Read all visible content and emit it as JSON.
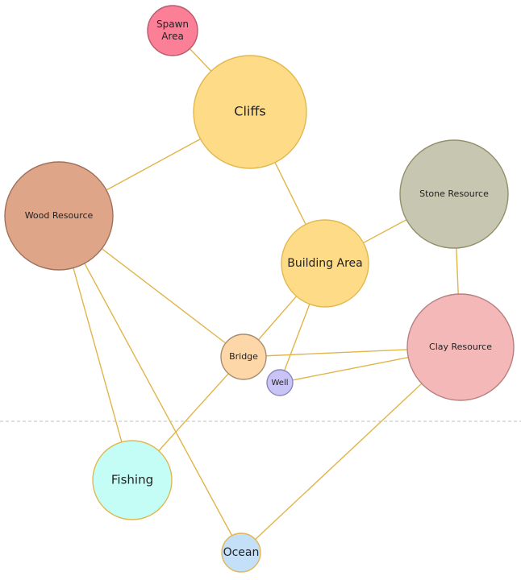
{
  "diagram": {
    "nodes": [
      {
        "id": "spawn",
        "label_lines": [
          "Spawn",
          "Area"
        ],
        "fill": "#fb7f97",
        "stroke": "#b85a6c"
      },
      {
        "id": "cliffs",
        "label_lines": [
          "Cliffs"
        ],
        "fill": "#fedb87",
        "stroke": "#e2b74e"
      },
      {
        "id": "wood",
        "label_lines": [
          "Wood Resource"
        ],
        "fill": "#dfa588",
        "stroke": "#a0715a"
      },
      {
        "id": "stone",
        "label_lines": [
          "Stone Resource"
        ],
        "fill": "#c7c6b0",
        "stroke": "#948f6b"
      },
      {
        "id": "building",
        "label_lines": [
          "Building Area"
        ],
        "fill": "#fedb87",
        "stroke": "#e2b74e"
      },
      {
        "id": "bridge",
        "label_lines": [
          "Bridge"
        ],
        "fill": "#fed7a9",
        "stroke": "#a58d6e"
      },
      {
        "id": "well",
        "label_lines": [
          "Well"
        ],
        "fill": "#c8c4f6",
        "stroke": "#8b86bb"
      },
      {
        "id": "clay",
        "label_lines": [
          "Clay Resource"
        ],
        "fill": "#f5b8b8",
        "stroke": "#b48080"
      },
      {
        "id": "fishing",
        "label_lines": [
          "Fishing"
        ],
        "fill": "#c4fcf6",
        "stroke": "#e2b74e"
      },
      {
        "id": "ocean",
        "label_lines": [
          "Ocean"
        ],
        "fill": "#c4e0f8",
        "stroke": "#e2b74e"
      }
    ],
    "edges": [
      [
        "spawn",
        "cliffs"
      ],
      [
        "cliffs",
        "wood"
      ],
      [
        "cliffs",
        "building"
      ],
      [
        "building",
        "stone"
      ],
      [
        "stone",
        "clay"
      ],
      [
        "building",
        "bridge"
      ],
      [
        "building",
        "well"
      ],
      [
        "wood",
        "bridge"
      ],
      [
        "wood",
        "fishing"
      ],
      [
        "wood",
        "ocean"
      ],
      [
        "bridge",
        "clay"
      ],
      [
        "well",
        "clay"
      ],
      [
        "bridge",
        "fishing"
      ],
      [
        "clay",
        "ocean"
      ]
    ]
  }
}
